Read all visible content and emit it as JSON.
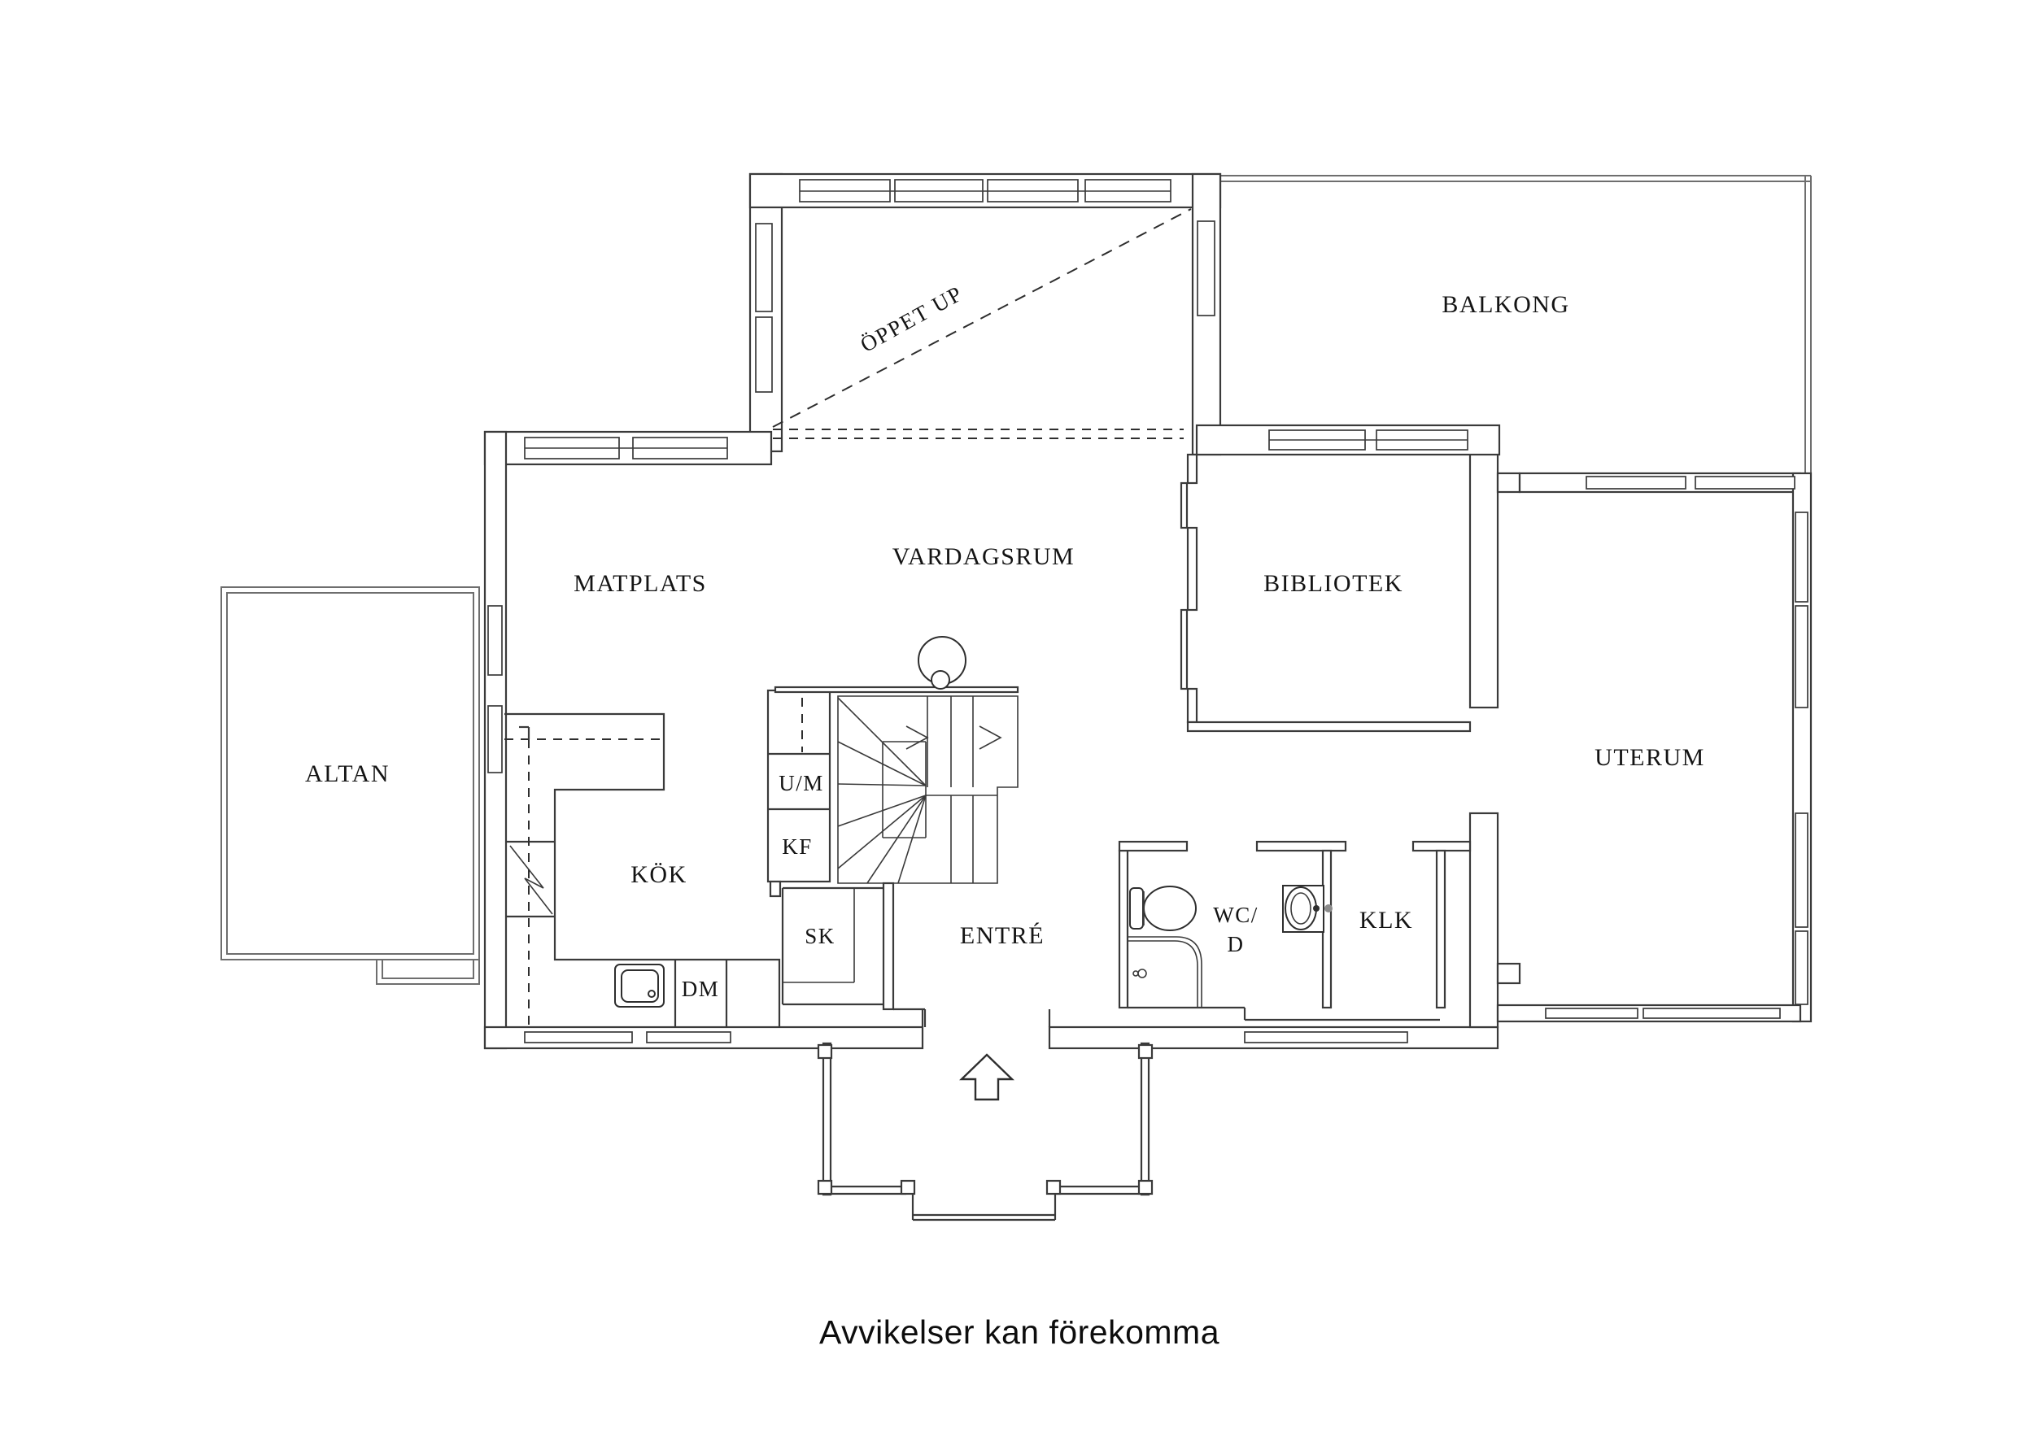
{
  "labels": {
    "oppet_up": "ÖPPET UP",
    "balkong": "BALKONG",
    "vardagsrum": "VARDAGSRUM",
    "matplats": "MATPLATS",
    "bibliotek": "BIBLIOTEK",
    "uterum": "UTERUM",
    "altan": "ALTAN",
    "kok": "KÖK",
    "um": "U/M",
    "kf": "KF",
    "sk": "SK",
    "entre": "ENTRÉ",
    "wc_line1": "WC/",
    "wc_line2": "D",
    "klk": "KLK",
    "dm": "DM"
  },
  "footer": {
    "disclaimer": "Avvikelser kan förekomma"
  },
  "icons": {
    "stairs": "winder-staircase-icon",
    "fireplace": "fireplace-icon",
    "toilet": "toilet-icon",
    "shower": "shower-corner-icon",
    "washbasin": "washbasin-icon",
    "kitchen_sink": "kitchen-sink-icon",
    "stove": "stove-zigzag-icon",
    "entrance_arrow": "entrance-up-arrow-icon",
    "void_marker": "open-to-above-dashed-icon"
  },
  "colors": {
    "wall": "#3a3a3a",
    "deck": "#6e6e6e",
    "text": "#141414",
    "background": "#ffffff"
  }
}
